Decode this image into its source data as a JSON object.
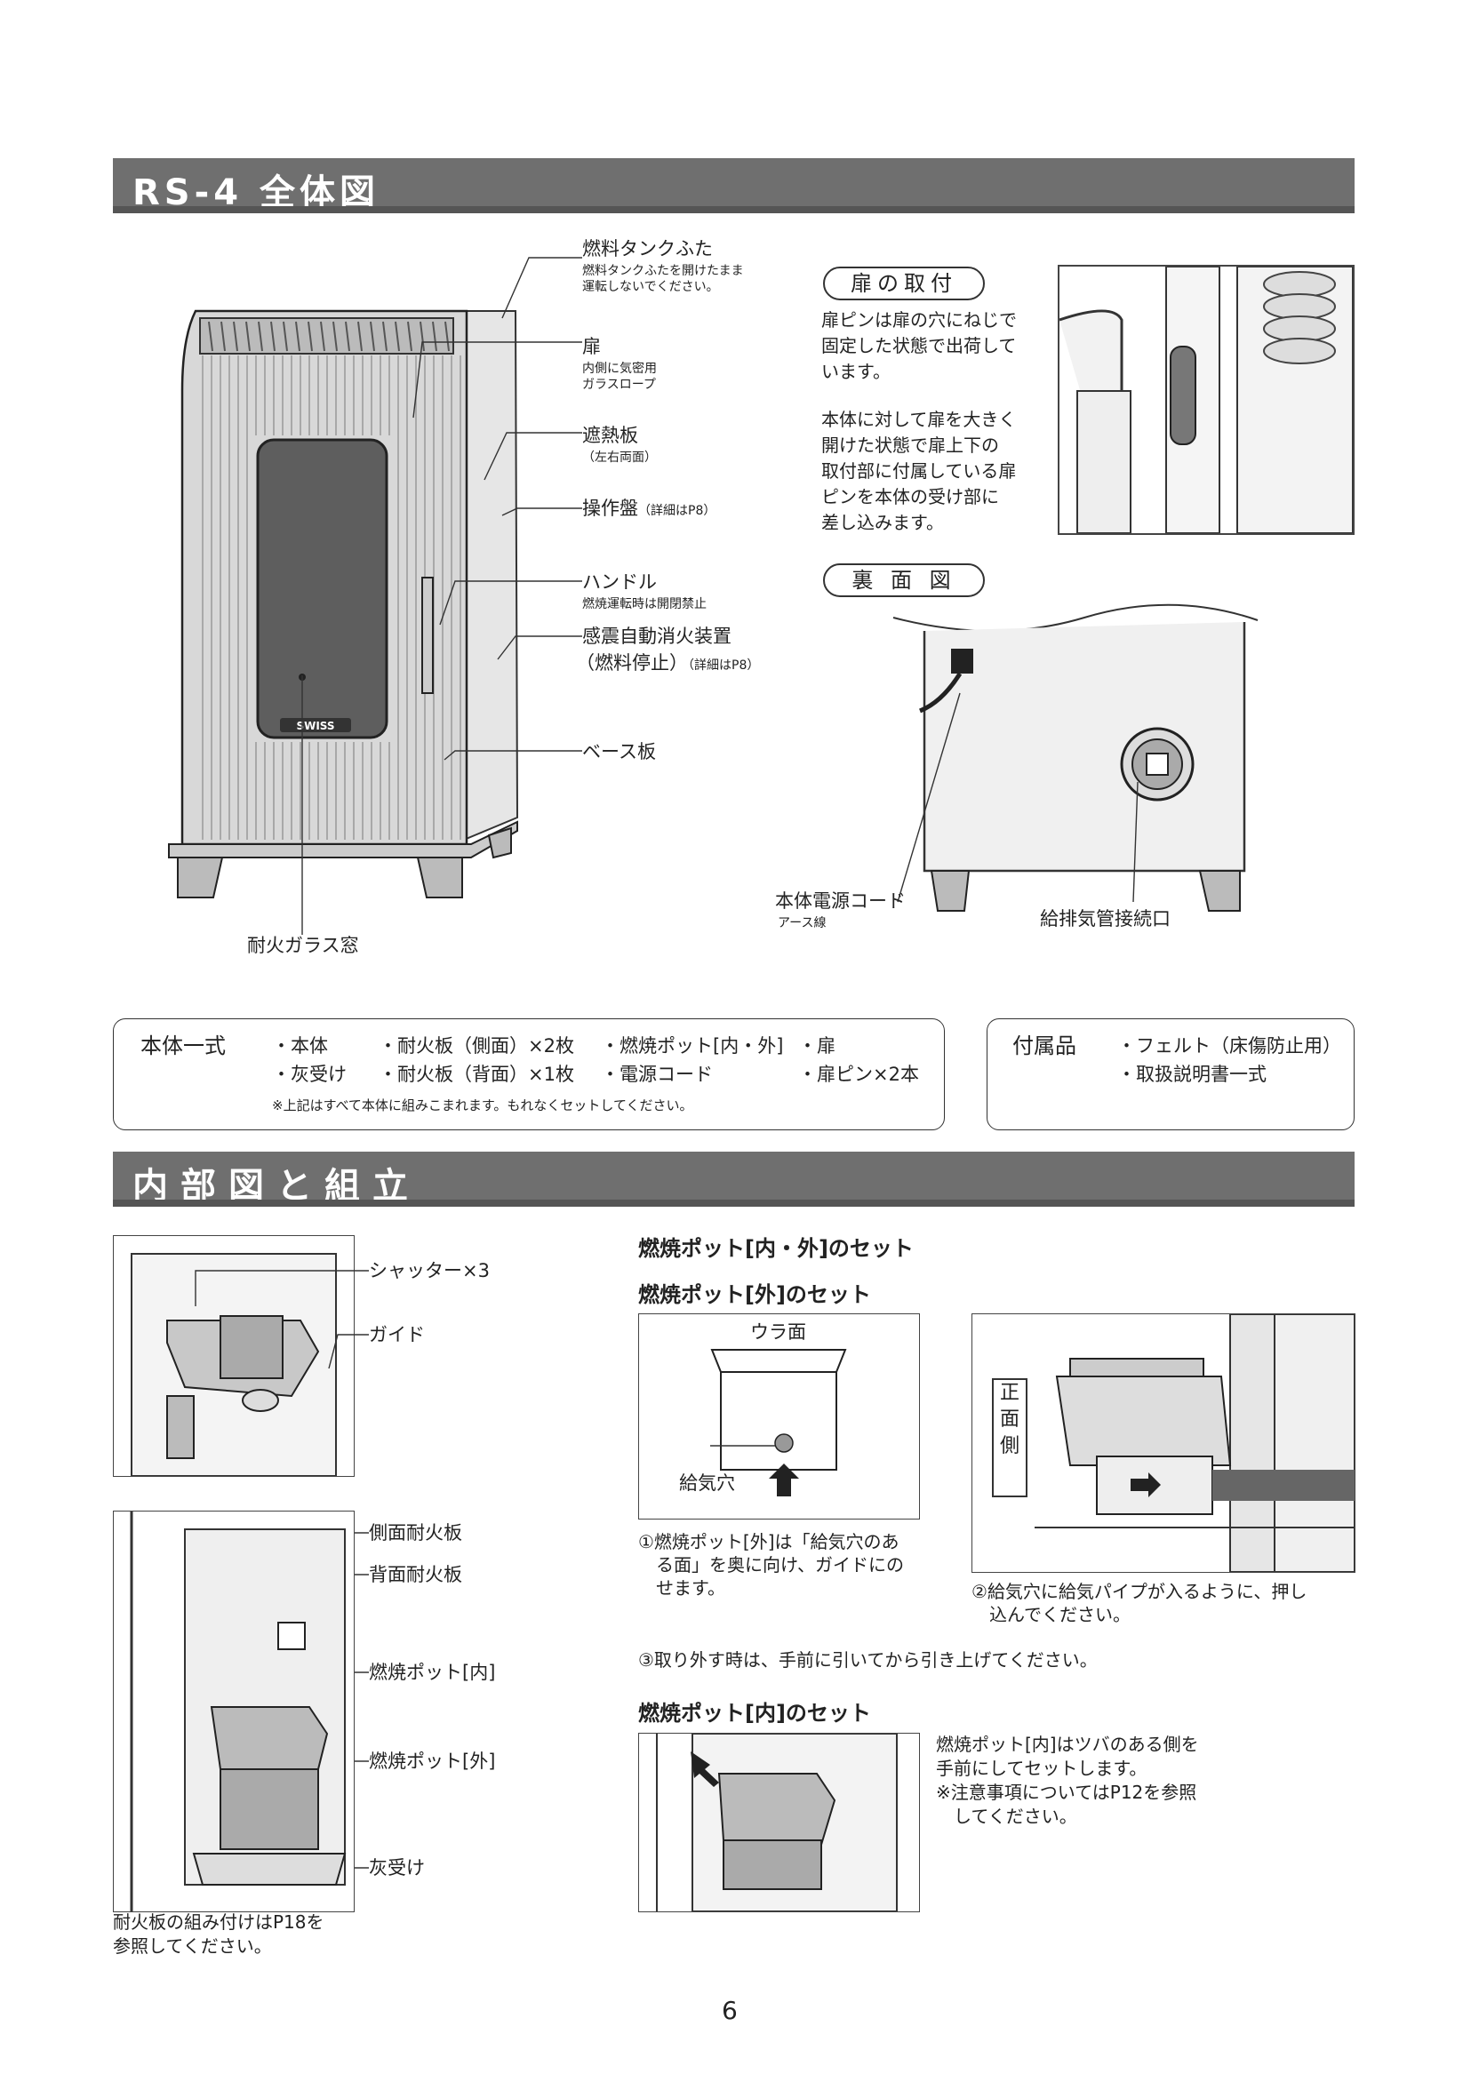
{
  "section1": {
    "title": "RS-4 全体図"
  },
  "main_labels": {
    "fuel_cap": "燃料タンクふた",
    "fuel_cap_note": "燃料タンクふたを開けたまま\n運転しないでください。",
    "door": "扉",
    "door_note": "内側に気密用\nガラスロープ",
    "heat_shield": "遮熱板",
    "heat_shield_note": "（左右両面）",
    "panel": "操作盤",
    "panel_note": "（詳細はP8）",
    "handle": "ハンドル",
    "handle_note": "燃焼運転時は開閉禁止",
    "quake": "感震自動消火装置",
    "quake2": "（燃料停止）",
    "quake_note": "（詳細はP8）",
    "base": "ベース板",
    "glass": "耐火ガラス窓",
    "logo": "SWISS"
  },
  "door_mount": {
    "title": "扉の取付",
    "para1": "扉ピンは扉の穴にねじで\n固定した状態で出荷して\nいます。",
    "para2": "本体に対して扉を大きく\n開けた状態で扉上下の\n取付部に付属している扉\nピンを本体の受け部に\n差し込みます。"
  },
  "rear_view": {
    "title": "裏 面 図",
    "cord": "本体電源コード",
    "earth": "アース線",
    "flue": "給排気管接続口"
  },
  "body_set": {
    "title": "本体一式",
    "items_row1": [
      "・本体",
      "・耐火板（側面）×2枚",
      "・燃焼ポット[内・外]",
      "・扉"
    ],
    "items_row2": [
      "・灰受け",
      "・耐火板（背面）×1枚",
      "・電源コード",
      "・扉ピン×2本"
    ],
    "note": "※上記はすべて本体に組みこまれます。もれなくセットしてください。"
  },
  "accessories": {
    "title": "付属品",
    "items": [
      "・フェルト（床傷防止用）",
      "・取扱説明書一式"
    ]
  },
  "section2": {
    "title": "内部図と組立"
  },
  "internal": {
    "shutter": "シャッター×3",
    "guide": "ガイド",
    "side_fire": "側面耐火板",
    "back_fire": "背面耐火板",
    "pot_in": "燃焼ポット[内]",
    "pot_out": "燃焼ポット[外]",
    "ash": "灰受け",
    "note": "耐火板の組み付けはP18を\n参照してください。"
  },
  "pot_set": {
    "heading": "燃焼ポット[内・外]のセット",
    "outer_heading": "燃焼ポット[外]のセット",
    "back_face": "ウラ面",
    "air_hole": "給気穴",
    "step1": "①燃焼ポット[外]は「給気穴のあ\n　る面」を奥に向け、ガイドにの\n　せます。",
    "front_side": "正\n面\n側",
    "step2": "②給気穴に給気パイプが入るように、押し\n　込んでください。",
    "step3": "③取り外す時は、手前に引いてから引き上げてください。",
    "inner_heading": "燃焼ポット[内]のセット",
    "inner_text": "燃焼ポット[内]はツバのある側を\n手前にしてセットします。\n※注意事項についてはP12を参照\n　してください。"
  },
  "page_number": "6"
}
